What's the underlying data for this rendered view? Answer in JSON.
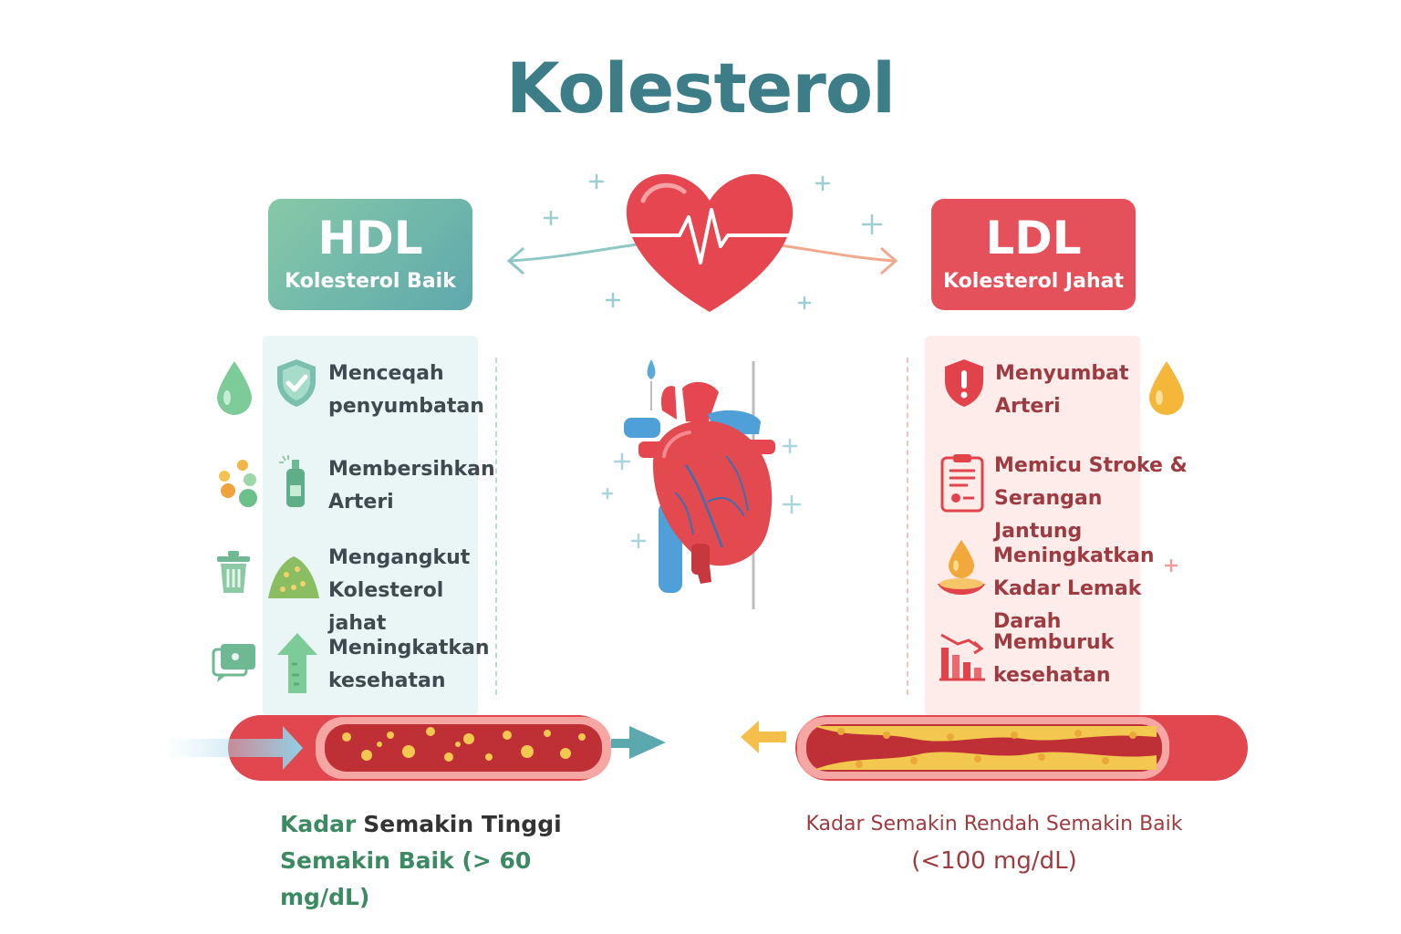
{
  "title": "Kolesterol",
  "hdl": {
    "name": "HDL",
    "subtitle": "Kolesterol Baik",
    "items": [
      {
        "line1": "Menceqah",
        "line2": "penyumbatan"
      },
      {
        "line1": "Membersihkan",
        "line2": "Arteri"
      },
      {
        "line1": "Mengangkut",
        "line2": "Kolesterol jahat"
      },
      {
        "line1": "Meningkatkan",
        "line2": "kesehatan"
      }
    ],
    "bottom": {
      "part1": "Kadar",
      "part2": "Semakin Tinggi",
      "line2": "Semakin Baik (> 60 mg/dL)"
    }
  },
  "ldl": {
    "name": "LDL",
    "subtitle": "Kolesterol Jahat",
    "items": [
      {
        "line1": "Menyumbat",
        "line2": "Arteri"
      },
      {
        "line1": "Memicu Stroke &",
        "line2": "Serangan Jantung"
      },
      {
        "line1": "Meningkatkan",
        "line2": "Kadar Lemak Darah"
      },
      {
        "line1": "Memburuk",
        "line2": "kesehatan"
      }
    ],
    "bottom": {
      "line1": "Kadar Semakin Rendah Semakin Baik",
      "line2": "(<100 mg/dL)"
    }
  },
  "colors": {
    "title": "#3c7d88",
    "hdl_green": "#5fa8ac",
    "ldl_red": "#e5515a",
    "artery_red": "#e0474f",
    "plaque_yellow": "#f3c84e"
  }
}
